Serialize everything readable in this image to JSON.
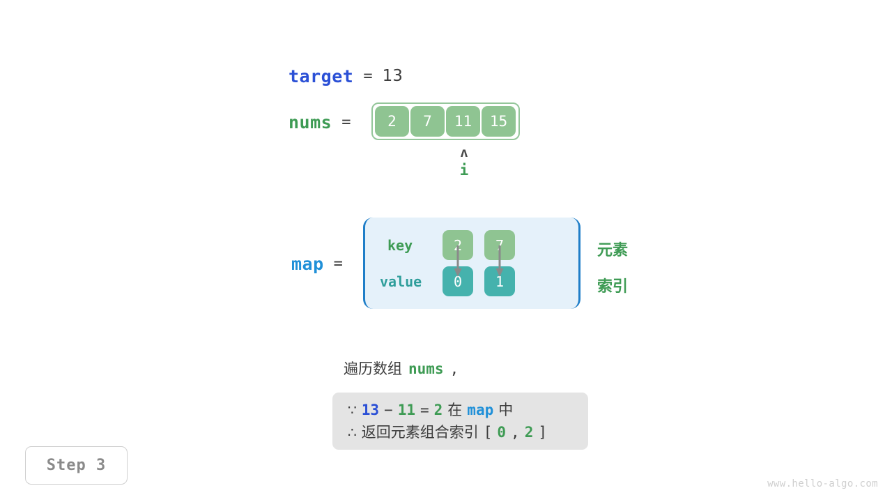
{
  "watermark": "www.hello-algo.com",
  "step_badge": "Step 3",
  "target": {
    "label": "target",
    "equals": "=",
    "value": "13"
  },
  "nums": {
    "label": "nums",
    "equals": "=",
    "cells": [
      "2",
      "7",
      "11",
      "15"
    ],
    "pointer": {
      "caret": "ʌ",
      "name": "i",
      "index": 2
    }
  },
  "map": {
    "label": "map",
    "equals": "=",
    "row_labels": {
      "key": "key",
      "value": "value"
    },
    "entries": [
      {
        "key": "2",
        "value": "0"
      },
      {
        "key": "7",
        "value": "1"
      }
    ],
    "side_labels": {
      "key_side": "元素",
      "value_side": "索引"
    }
  },
  "explanation": {
    "line_prefix": "遍历数组",
    "line_code": "nums",
    "line_suffix": ",",
    "box": {
      "row1": {
        "symbol": "∵",
        "a": "13",
        "minus": "−",
        "b": "11",
        "eq": "=",
        "c": "2",
        "in_word": "在",
        "map_word": "map",
        "tail_word": "中"
      },
      "row2": {
        "symbol": "∴",
        "text": "返回元素组合索引",
        "bracket_open": "[",
        "i0": "0",
        "sep": ",",
        "i1": "2",
        "bracket_close": "]"
      }
    }
  },
  "colors": {
    "blue_dark": "#2b50d6",
    "blue_sky": "#2090d8",
    "green": "#3e9b54",
    "green_cell": "#8fc492",
    "teal_cell": "#45b2ad",
    "gray_text": "#3d3d3d",
    "box_gray": "#e4e4e4",
    "map_bg": "#e5f1fa"
  }
}
